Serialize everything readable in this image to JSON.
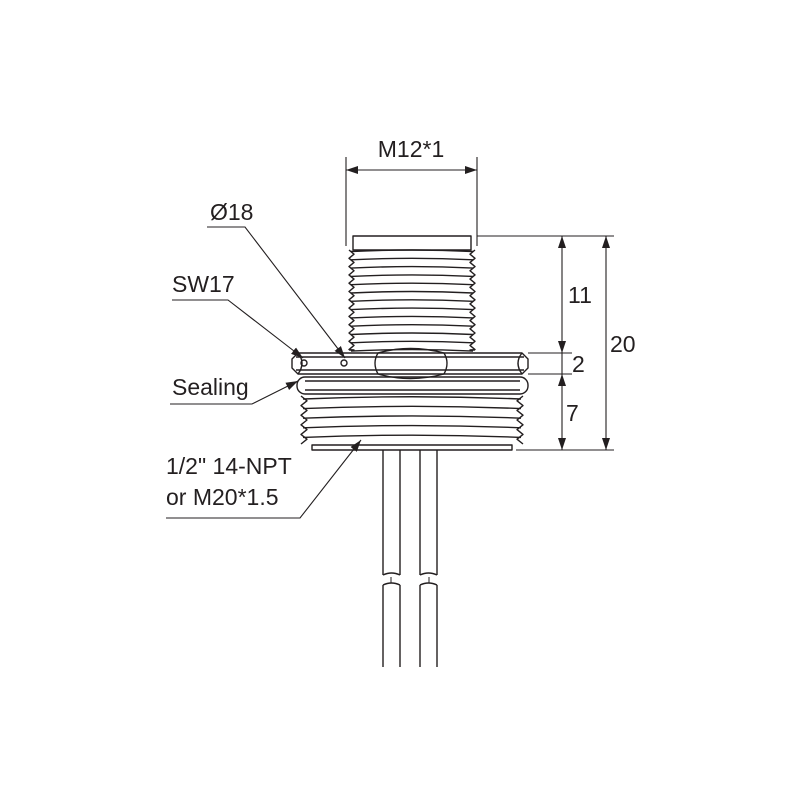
{
  "labels": {
    "thread_top": "M12*1",
    "diameter": "Ø18",
    "wrench_size": "SW17",
    "sealing": "Sealing",
    "thread_bottom_line1": "1/2\" 14-NPT",
    "thread_bottom_line2": "or M20*1.5"
  },
  "dimensions": {
    "top_thread_length": "11",
    "nut_height": "2",
    "bottom_thread_length": "7",
    "total_height": "20"
  },
  "colors": {
    "line": "#231f20",
    "background": "#ffffff"
  }
}
